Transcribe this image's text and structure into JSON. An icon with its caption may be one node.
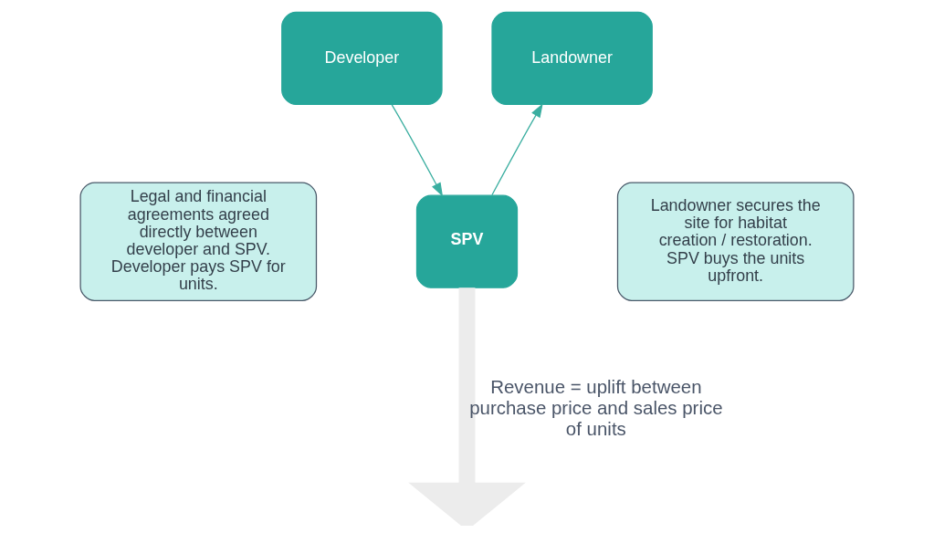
{
  "diagram": {
    "nodes": [
      {
        "text": [
          "Developer"
        ]
      },
      {
        "text": [
          "Landowner"
        ]
      },
      {
        "text": [
          "SPV"
        ]
      },
      {
        "text": [
          "Legal and financial agreements agreed directly between developer and SPV. Developer pays SPV for units."
        ]
      },
      {
        "text": [
          "Landowner secures the site for habitat creation / restoration. SPV buys the units upfront."
        ]
      }
    ],
    "edges": [
      {
        "from": 0,
        "to": 2,
        "arrow": "to"
      },
      {
        "from": 2,
        "to": 1,
        "arrow": "to"
      },
      {
        "from": 2,
        "to": null,
        "arrow": "to",
        "style": "thick",
        "color": "#ececec",
        "label": "Revenue = uplift between purchase price and sales price of units"
      }
    ]
  }
}
